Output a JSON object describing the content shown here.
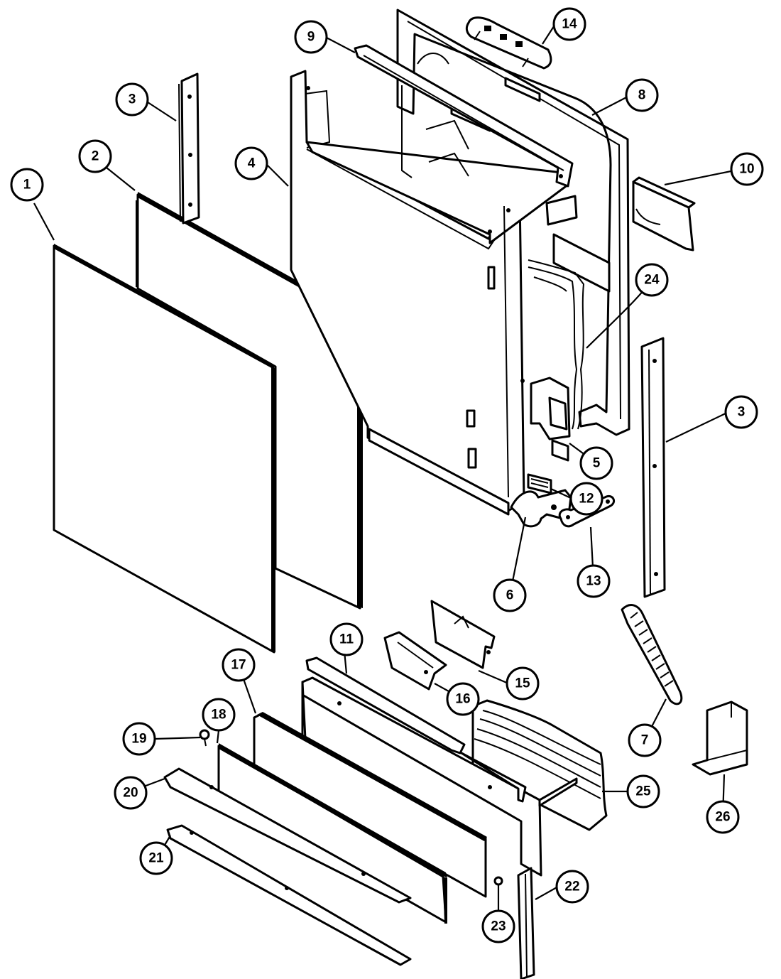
{
  "callouts": [
    {
      "id": "c1",
      "label": "1"
    },
    {
      "id": "c2",
      "label": "2"
    },
    {
      "id": "c3a",
      "label": "3"
    },
    {
      "id": "c4",
      "label": "4"
    },
    {
      "id": "c9",
      "label": "9"
    },
    {
      "id": "c14",
      "label": "14"
    },
    {
      "id": "c8",
      "label": "8"
    },
    {
      "id": "c10",
      "label": "10"
    },
    {
      "id": "c24",
      "label": "24"
    },
    {
      "id": "c3b",
      "label": "3"
    },
    {
      "id": "c5",
      "label": "5"
    },
    {
      "id": "c12",
      "label": "12"
    },
    {
      "id": "c13",
      "label": "13"
    },
    {
      "id": "c6",
      "label": "6"
    },
    {
      "id": "c11",
      "label": "11"
    },
    {
      "id": "c15",
      "label": "15"
    },
    {
      "id": "c16",
      "label": "16"
    },
    {
      "id": "c17",
      "label": "17"
    },
    {
      "id": "c18",
      "label": "18"
    },
    {
      "id": "c19",
      "label": "19"
    },
    {
      "id": "c7",
      "label": "7"
    },
    {
      "id": "c20",
      "label": "20"
    },
    {
      "id": "c25",
      "label": "25"
    },
    {
      "id": "c26",
      "label": "26"
    },
    {
      "id": "c21",
      "label": "21"
    },
    {
      "id": "c22",
      "label": "22"
    },
    {
      "id": "c23",
      "label": "23"
    }
  ],
  "colors": {
    "ink": "#000000",
    "paper": "#ffffff"
  }
}
